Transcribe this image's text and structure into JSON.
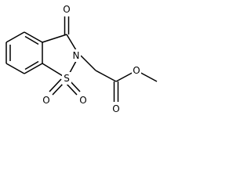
{
  "molecule": {
    "atoms": {
      "o_ketone": "O",
      "n_ring": "N",
      "s_ring": "S",
      "o_sulfonyl_left": "O",
      "o_sulfonyl_right": "O",
      "o_ester_carbonyl": "O",
      "o_ester": "O"
    },
    "colors": {
      "bond": "#000000",
      "label": "#000000",
      "background": "#ffffff"
    }
  }
}
